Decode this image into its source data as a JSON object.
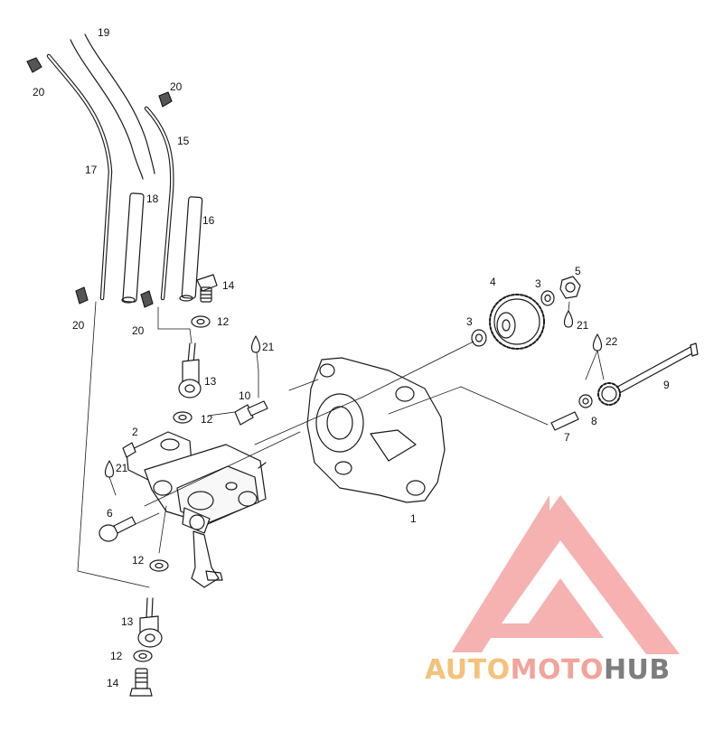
{
  "diagram": {
    "part_numbers": {
      "p1": "1",
      "p2": "2",
      "p3a": "3",
      "p3b": "3",
      "p4": "4",
      "p5": "5",
      "p6": "6",
      "p7": "7",
      "p8": "8",
      "p9": "9",
      "p10": "10",
      "p12a": "12",
      "p12b": "12",
      "p12c": "12",
      "p12d": "12",
      "p13a": "13",
      "p13b": "13",
      "p14a": "14",
      "p14b": "14",
      "p15": "15",
      "p16": "16",
      "p17": "17",
      "p18": "18",
      "p19": "19",
      "p20a": "20",
      "p20b": "20",
      "p20c": "20",
      "p20d": "20",
      "p21a": "21",
      "p21b": "21",
      "p21c": "21",
      "p22": "22"
    }
  },
  "watermark": {
    "word_a": "AUTO",
    "word_b": "MOTO",
    "word_c": "HUB",
    "colors": {
      "a": "#f4c27a",
      "b": "#f2a49c",
      "c": "#7d7d7d",
      "logo": "#f4a5a5"
    }
  }
}
